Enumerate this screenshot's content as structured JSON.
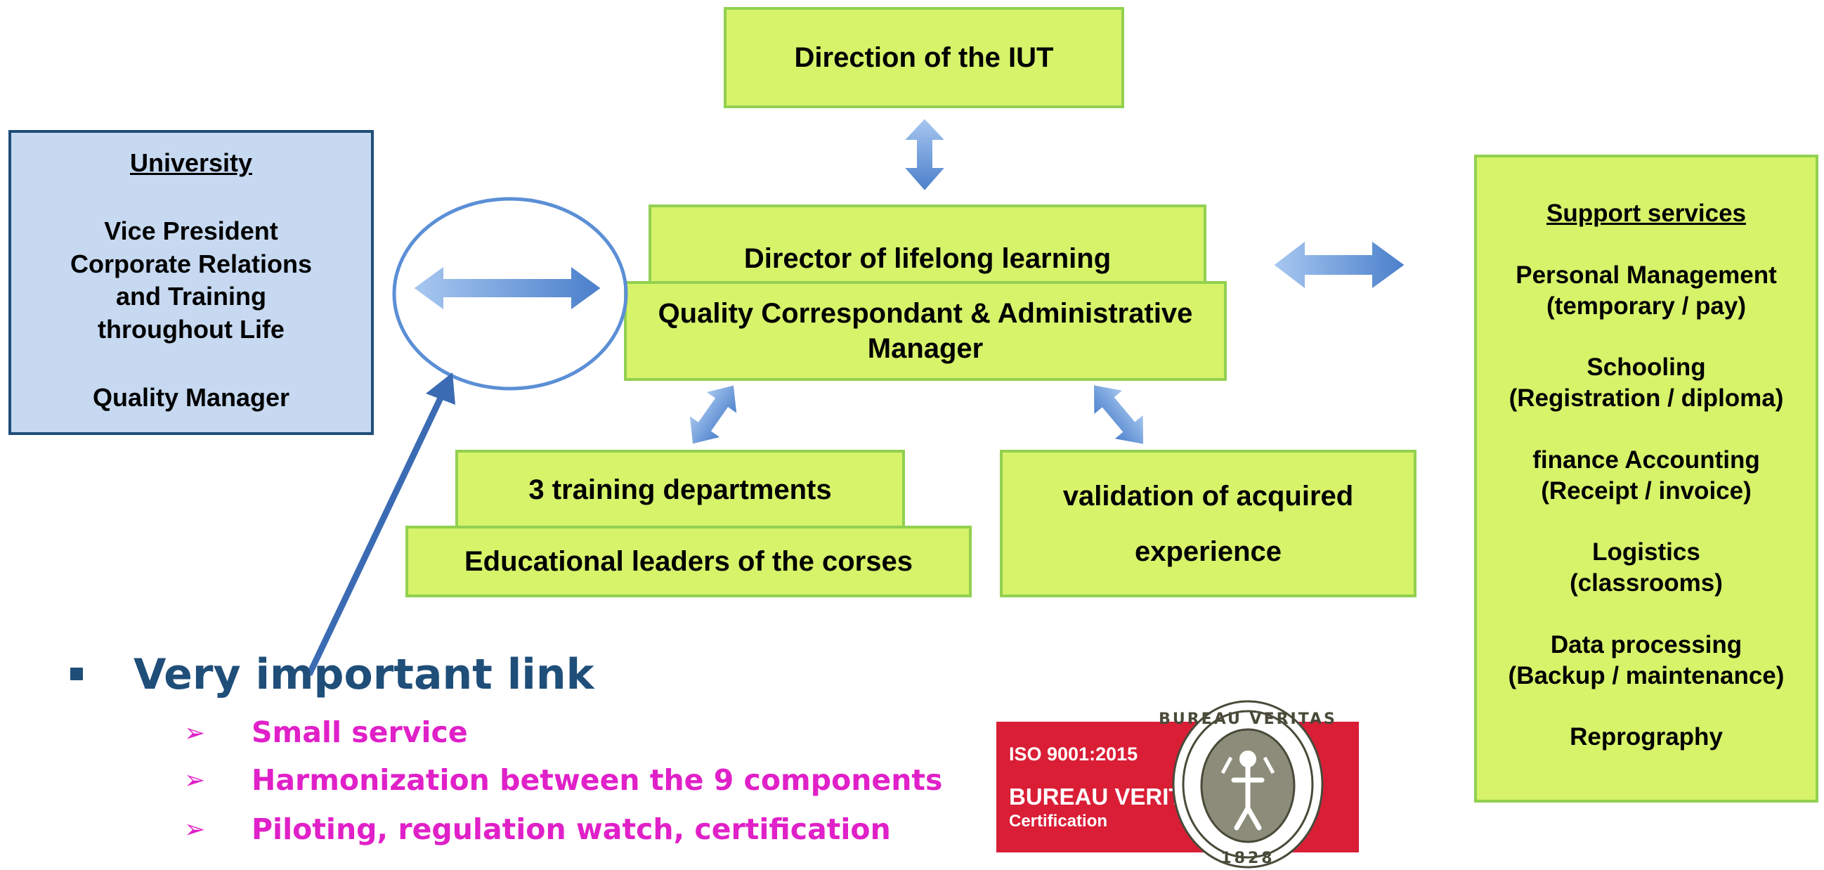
{
  "boxes": {
    "direction": "Direction of the IUT",
    "director": "Director of lifelong learning",
    "quality": "Quality Correspondant & Administrative Manager",
    "training": "3 training departments",
    "leaders": "Educational leaders of the corses",
    "validation_1": "validation of acquired",
    "validation_2": "experience"
  },
  "university": {
    "title": "University",
    "line1": "Vice President",
    "line2": "Corporate Relations",
    "line3": "and Training",
    "line4": "throughout Life",
    "manager": "Quality Manager"
  },
  "support": {
    "title": "Support services",
    "items": [
      {
        "name": "Personal Management",
        "detail": "(temporary / pay)"
      },
      {
        "name": "Schooling",
        "detail": "(Registration / diploma)"
      },
      {
        "name": "finance Accounting",
        "detail": "(Receipt / invoice)"
      },
      {
        "name": "Logistics",
        "detail": "(classrooms)"
      },
      {
        "name": "Data processing",
        "detail": "(Backup / maintenance)"
      },
      {
        "name": "Reprography",
        "detail": ""
      }
    ]
  },
  "bullets": {
    "main": "Very important link",
    "subs": [
      "Small service",
      "Harmonization between the 9 components",
      "Piloting, regulation watch, certification"
    ]
  },
  "logo": {
    "iso": "ISO 9001:2015",
    "brand": "BUREAU VERITAS",
    "cert": "Certification",
    "seal_text": "BUREAU VERITAS",
    "year": "1828"
  },
  "colors": {
    "box_fill": "#d6f36a",
    "box_border": "#92d050",
    "university_fill": "#c6d9f1",
    "arrow": "#5b8fd6",
    "bullet_main": "#1f4e79",
    "bullet_sub": "#e020c8",
    "logo_red": "#d91e36"
  }
}
